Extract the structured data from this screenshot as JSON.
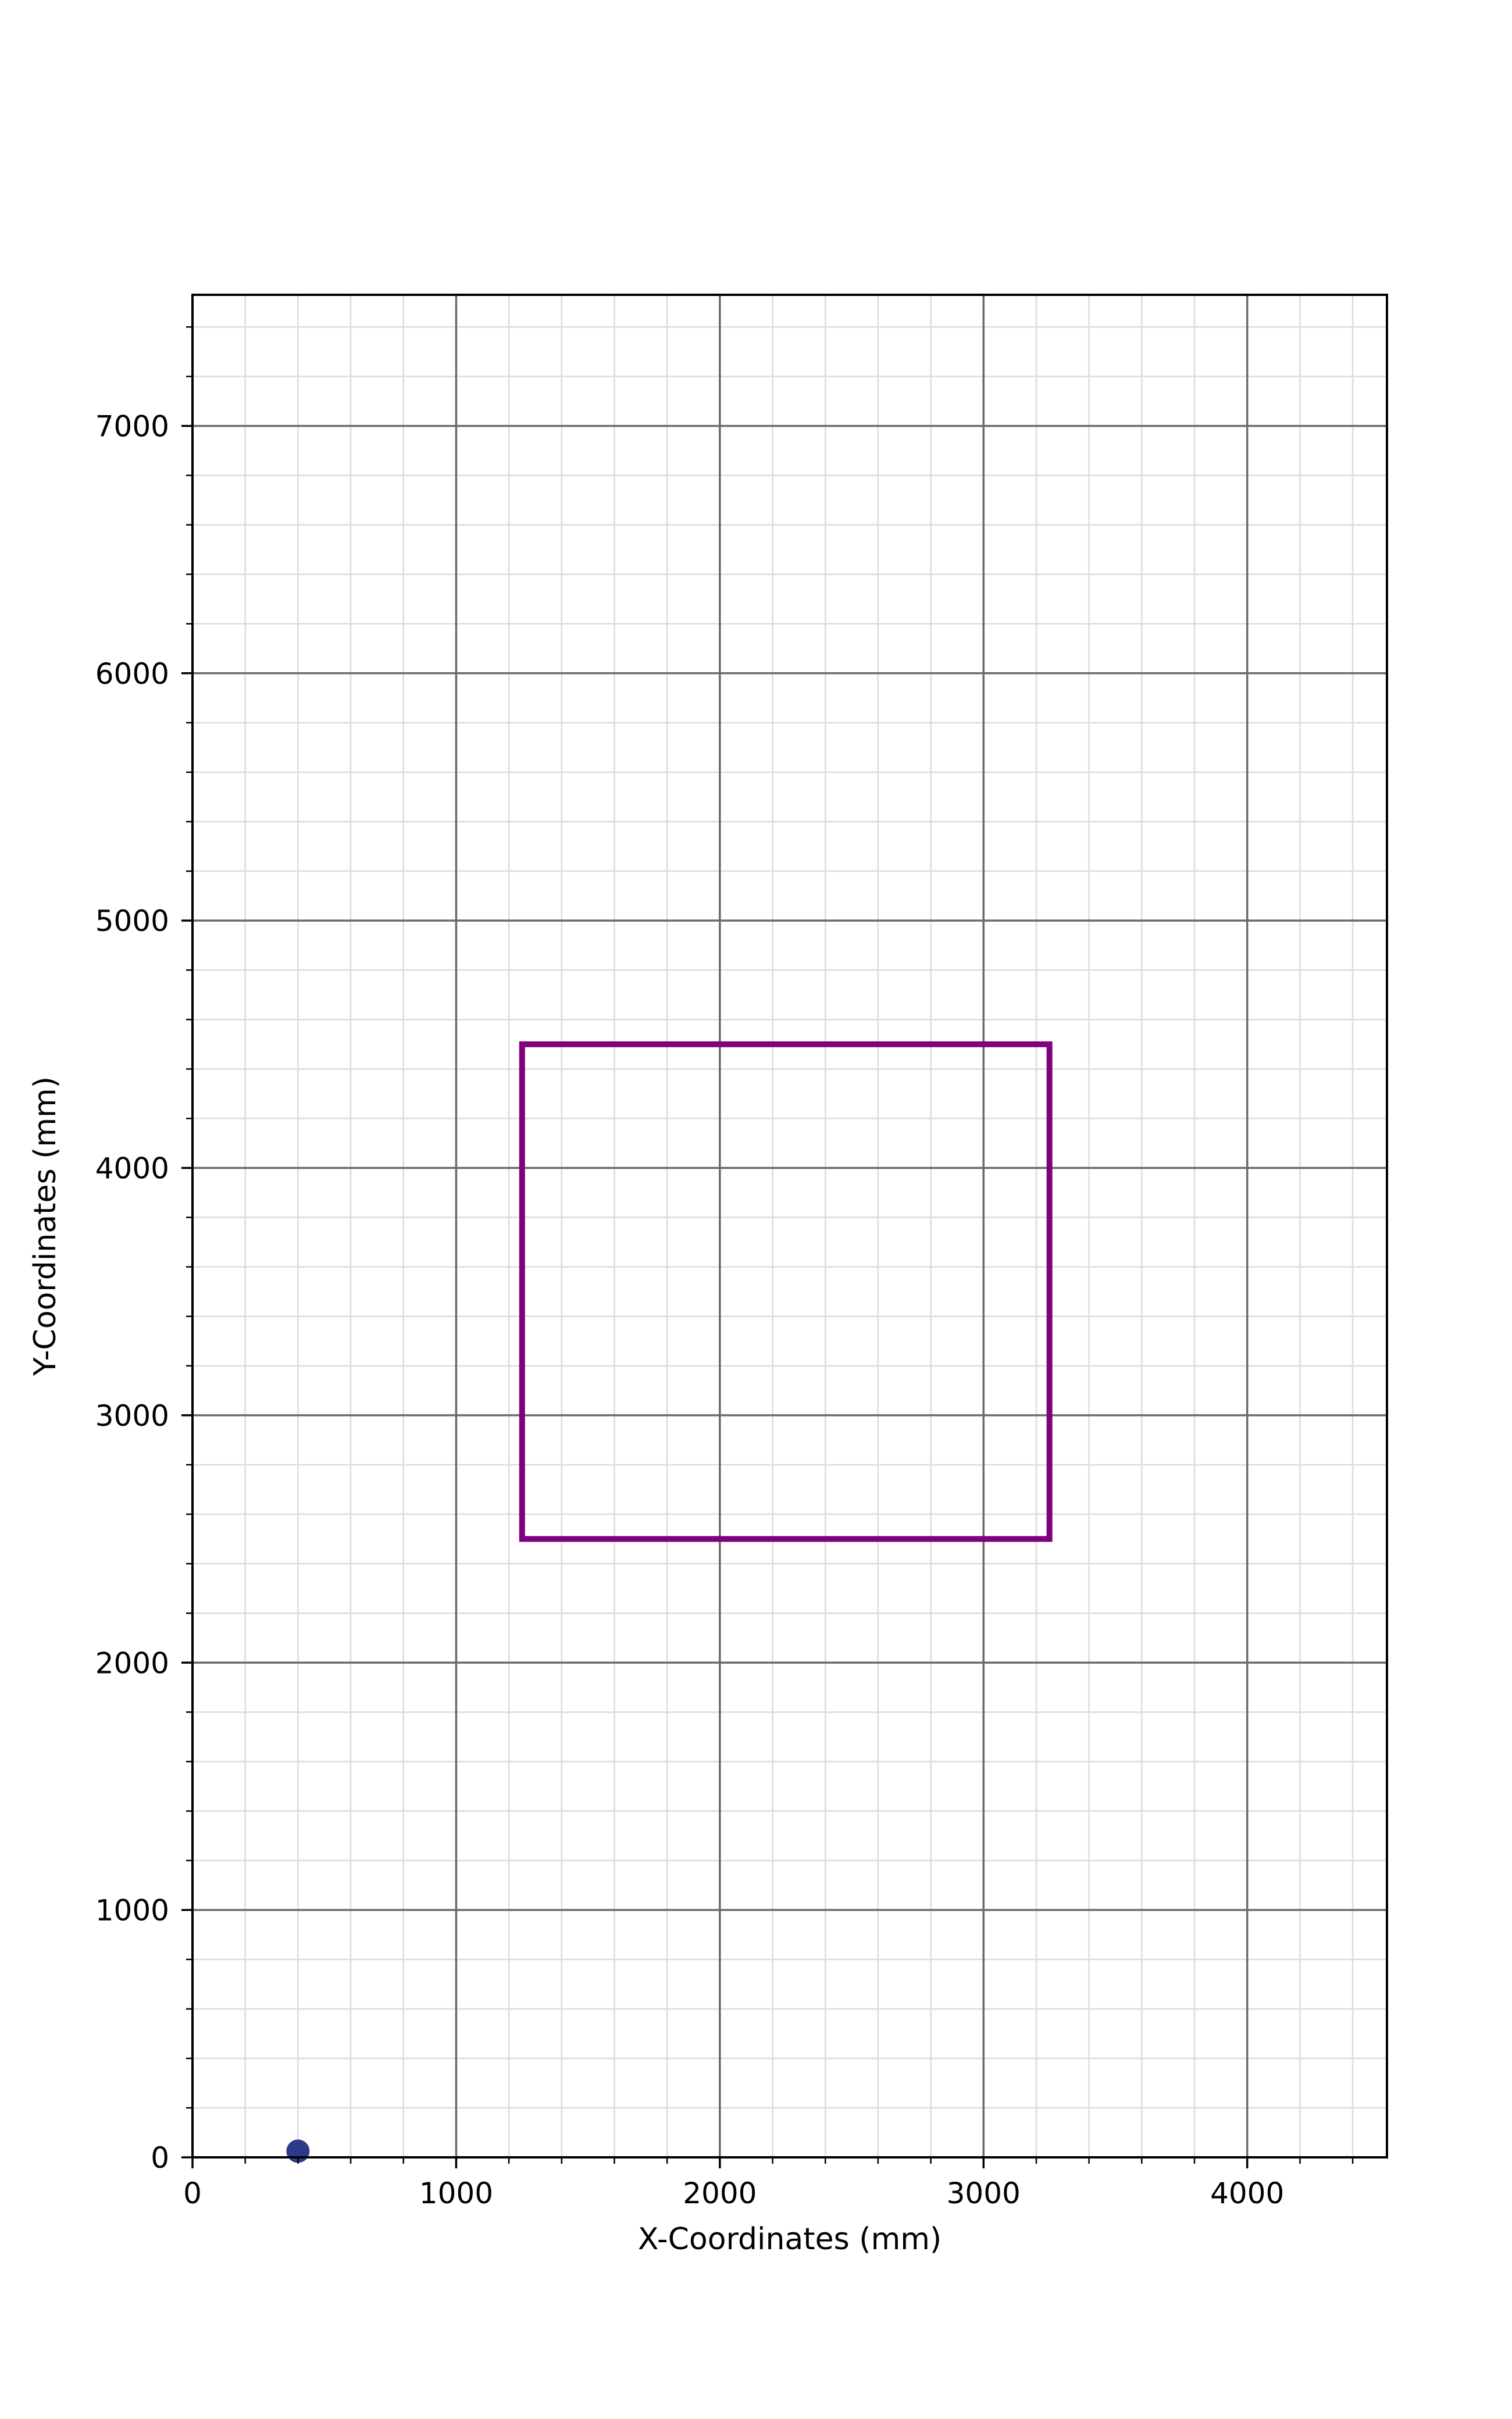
{
  "chart_data": {
    "type": "scatter",
    "title": "",
    "xlabel": "X-Coordinates (mm)",
    "ylabel": "Y-Coordinates (mm)",
    "xlim": [
      0,
      4530
    ],
    "ylim": [
      0,
      7530
    ],
    "x_ticks": [
      0,
      1000,
      2000,
      3000,
      4000
    ],
    "y_ticks": [
      0,
      1000,
      2000,
      3000,
      4000,
      5000,
      6000,
      7000
    ],
    "x_tick_labels": [
      "0",
      "1000",
      "2000",
      "3000",
      "4000"
    ],
    "y_tick_labels": [
      "0",
      "1000",
      "2000",
      "3000",
      "4000",
      "5000",
      "6000",
      "7000"
    ],
    "x_minor_step": 200,
    "y_minor_step": 200,
    "grid": "major and minor",
    "points": [
      {
        "x": 400,
        "y": 25,
        "color": "#2e3a8c"
      }
    ],
    "rectangles": [
      {
        "x0": 1250,
        "y0": 2500,
        "x1": 3250,
        "y1": 4500,
        "color": "#800080"
      }
    ]
  }
}
